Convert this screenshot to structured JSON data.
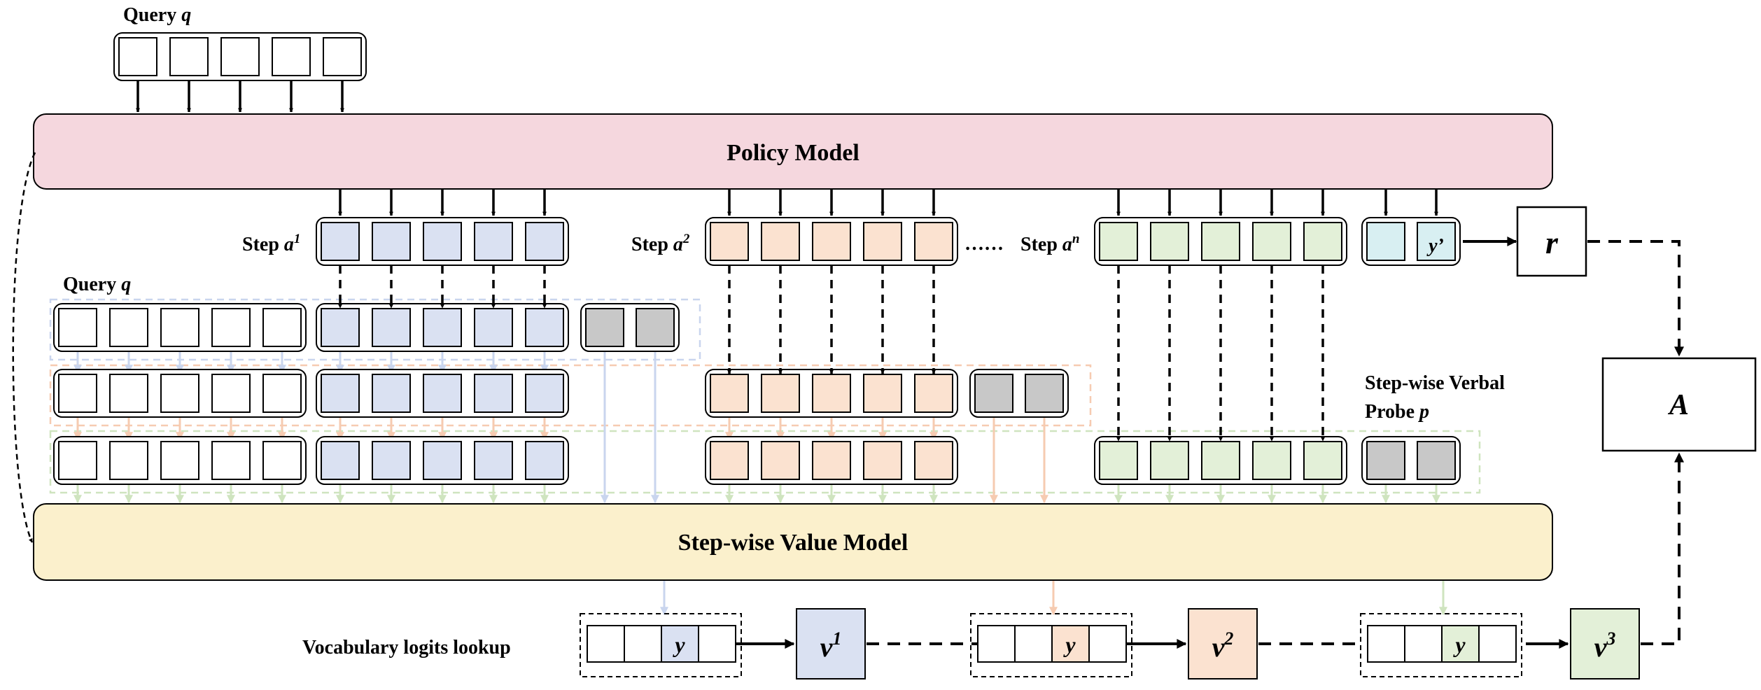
{
  "labels": {
    "query_top_text": "Query ",
    "query_top_var": "q",
    "policy_model": "Policy Model",
    "value_model": "Step-wise Value Model",
    "step_prefix": "Step ",
    "step_var": "a",
    "step1_sup": "1",
    "step2_sup": "2",
    "stepn_sup": "n",
    "ellipsis": "……",
    "query_left_text": "Query ",
    "query_left_var": "q",
    "probe_line1": "Step-wise Verbal",
    "probe_line2_text": "Probe ",
    "probe_line2_var": "p",
    "vocab_lookup": "Vocabulary logits lookup",
    "y_prime": "y’",
    "reward": "r",
    "advantage": "A",
    "y": "y",
    "v_base": "v",
    "v1_sup": "1",
    "v2_sup": "2",
    "v3_sup": "3"
  },
  "colors": {
    "policy_fill": "#f5d7de",
    "value_fill": "#fbf0cc",
    "step1_fill": "#dae1f2",
    "step2_fill": "#fbe2d0",
    "stepn_fill": "#e3f0d8",
    "answer_fill": "#d8eff2",
    "probe_fill": "#c8c8c8",
    "line_blue": "#c9d5ee",
    "line_peach": "#f6cbb1",
    "line_green": "#cfe4bf"
  }
}
